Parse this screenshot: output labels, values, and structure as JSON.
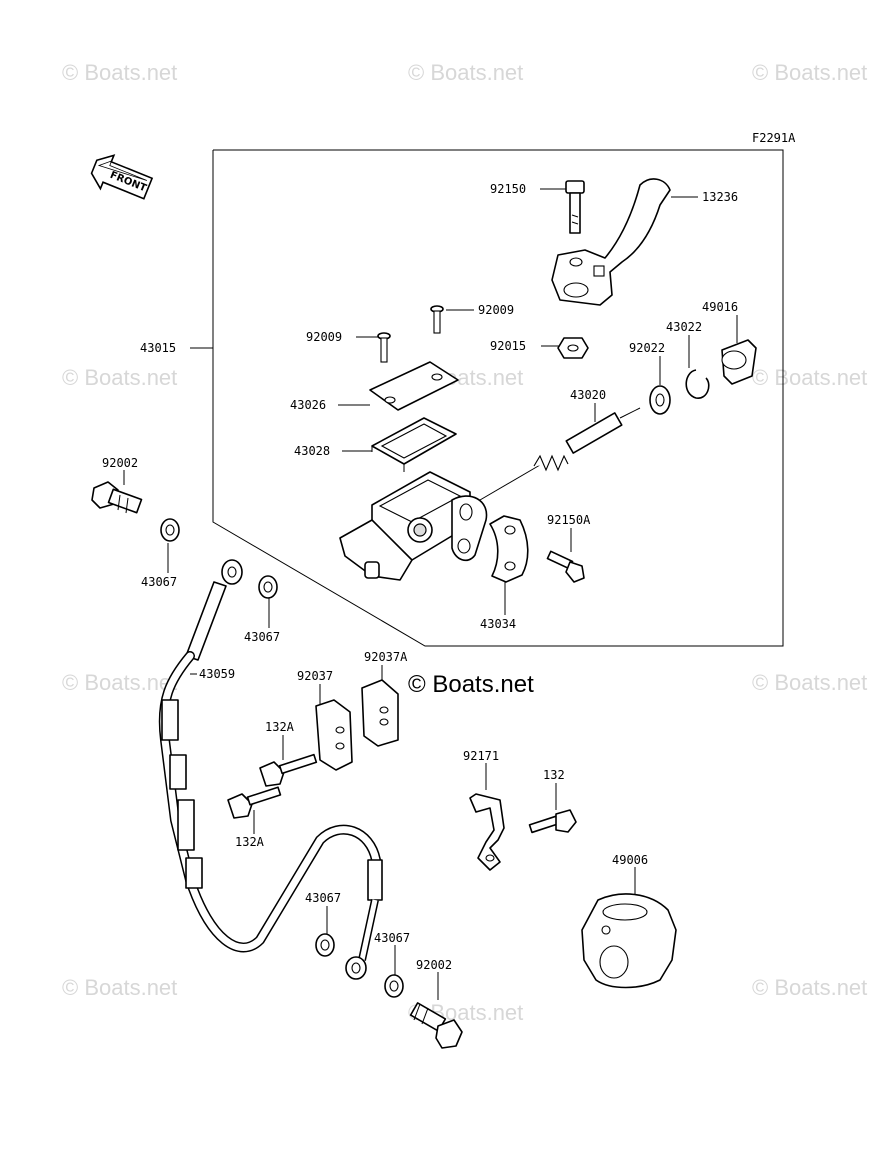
{
  "figure_code": "F2291A",
  "front_label": "FRONT",
  "watermark": "© Boats.net",
  "parts": {
    "p92150": "92150",
    "p13236": "13236",
    "p92009a": "92009",
    "p92009b": "92009",
    "p43015": "43015",
    "p92015": "92015",
    "p49016": "49016",
    "p43022": "43022",
    "p92022": "92022",
    "p43026": "43026",
    "p43020": "43020",
    "p43028": "43028",
    "p92002a": "92002",
    "p92150A": "92150A",
    "p43067a": "43067",
    "p43034": "43034",
    "p43067b": "43067",
    "p92037A": "92037A",
    "p43059": "43059",
    "p92037": "92037",
    "p132Aa": "132A",
    "p92171": "92171",
    "p132": "132",
    "p132Ab": "132A",
    "p49006": "49006",
    "p43067c": "43067",
    "p43067d": "43067",
    "p92002b": "92002"
  }
}
